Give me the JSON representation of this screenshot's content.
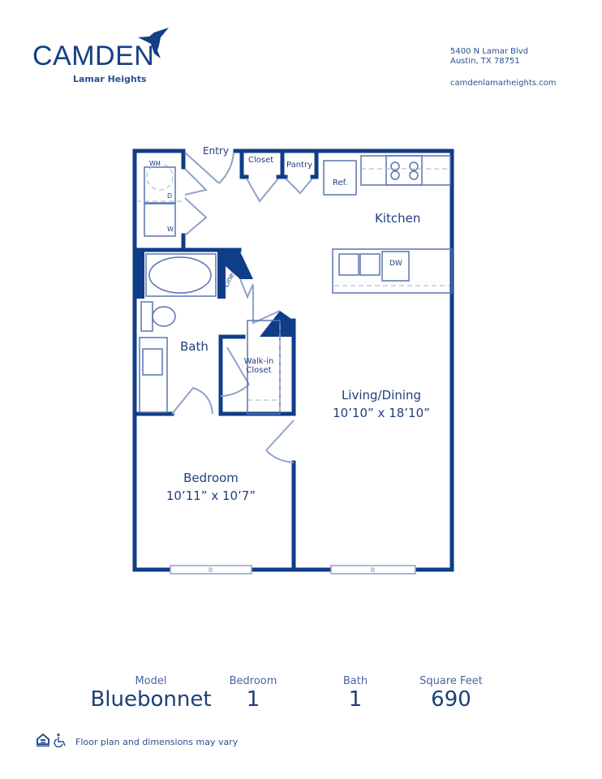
{
  "header": {
    "brand": "CAMDEN",
    "community": "Lamar Heights",
    "address_line1": "5400 N Lamar Blvd",
    "address_line2": "Austin, TX 78751",
    "website": "camdenlamarheights.com"
  },
  "floorplan": {
    "rooms": {
      "entry": "Entry",
      "closet": "Closet",
      "pantry": "Pantry",
      "ref": "Ref.",
      "kitchen": "Kitchen",
      "dw": "DW",
      "wh": "WH",
      "dryer": "D",
      "washer": "W",
      "linen": "Linen",
      "bath": "Bath",
      "walkin_line1": "Walk-in",
      "walkin_line2": "Closet",
      "living": "Living/Dining",
      "living_dims": "10’10” x 18’10”",
      "bedroom": "Bedroom",
      "bedroom_dims": "10’11” x 10’7”"
    },
    "colors": {
      "wall": "#0f3d87",
      "fixture": "#5b74ad",
      "dashed": "#9fb0d2"
    }
  },
  "summary": {
    "model_label": "Model",
    "model_value": "Bluebonnet",
    "bedroom_label": "Bedroom",
    "bedroom_value": "1",
    "bath_label": "Bath",
    "bath_value": "1",
    "sqft_label": "Square Feet",
    "sqft_value": "690"
  },
  "footer": {
    "icons": [
      "equal-housing-icon",
      "wheelchair-accessible-icon"
    ],
    "disclaimer": "Floor plan and dimensions may vary"
  }
}
